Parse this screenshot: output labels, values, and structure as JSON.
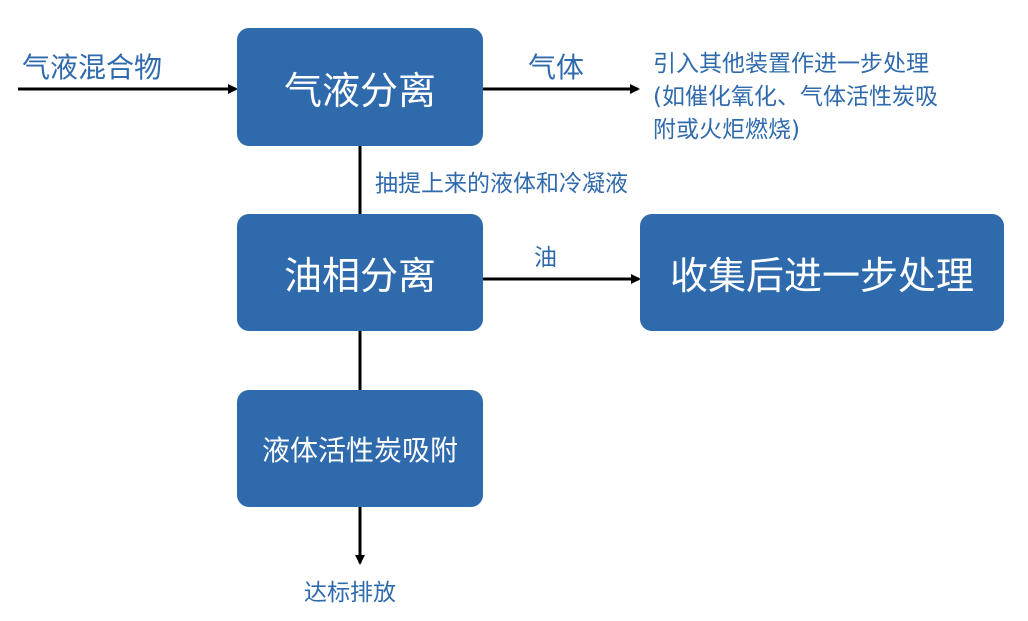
{
  "diagram": {
    "input_label": "气液混合物",
    "gas_label": "气体",
    "gas_dest": [
      "引入其他装置作进一步处理",
      "(如催化氧化、气体活性炭吸",
      "附或火炬燃烧)"
    ],
    "liquid_label": "抽提上来的液体和冷凝液",
    "oil_label": "油",
    "output_label": "达标排放",
    "boxes": {
      "gas_liquid_sep": "气液分离",
      "oil_sep": "油相分离",
      "collect": "收集后进一步处理",
      "liquid_adsorb": "液体活性炭吸附"
    },
    "colors": {
      "box": "#2f6aad",
      "text": "#2f6aad",
      "line": "#000000",
      "box_text": "#ffffff"
    }
  }
}
